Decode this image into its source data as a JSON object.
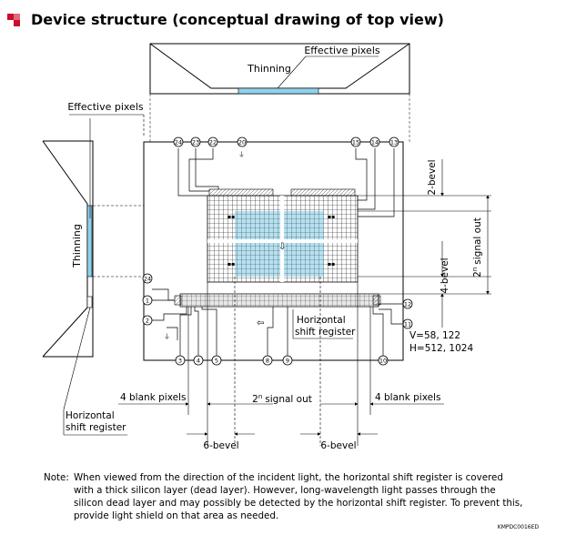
{
  "title": "Device structure (conceptual drawing of top view)",
  "labels": {
    "effective_pixels": "Effective pixels",
    "thinning": "Thinning",
    "horizontal_shift_register": [
      "Horizontal",
      "shift register"
    ],
    "two_bevel": "2-bevel",
    "four_bevel": "4-bevel",
    "signal_out_prefix": "2",
    "signal_out_exp": "n",
    "signal_out_suffix": "signal out",
    "four_blank_pixels": "4 blank pixels",
    "six_bevel": "6-bevel",
    "v_values": "V=58, 122",
    "h_values": "H=512, 1024"
  },
  "pins": [
    "1",
    "2",
    "3",
    "4",
    "5",
    "8",
    "9",
    "10",
    "11",
    "12",
    "13",
    "14",
    "15",
    "20",
    "21",
    "22",
    "23",
    "24"
  ],
  "note": {
    "label": "Note:",
    "text": "When viewed from the direction of the incident light, the horizontal shift register is covered with a thick silicon layer (dead layer). However, long-wavelength light passes through the silicon dead layer and may possibly be detected by the horizontal shift register. To prevent this, provide light shield on that area as needed."
  },
  "doc_code": "KMPDC0016ED",
  "colors": {
    "accent": "#c8102e",
    "effective_area": "#a9dcef",
    "line": "#000000"
  }
}
